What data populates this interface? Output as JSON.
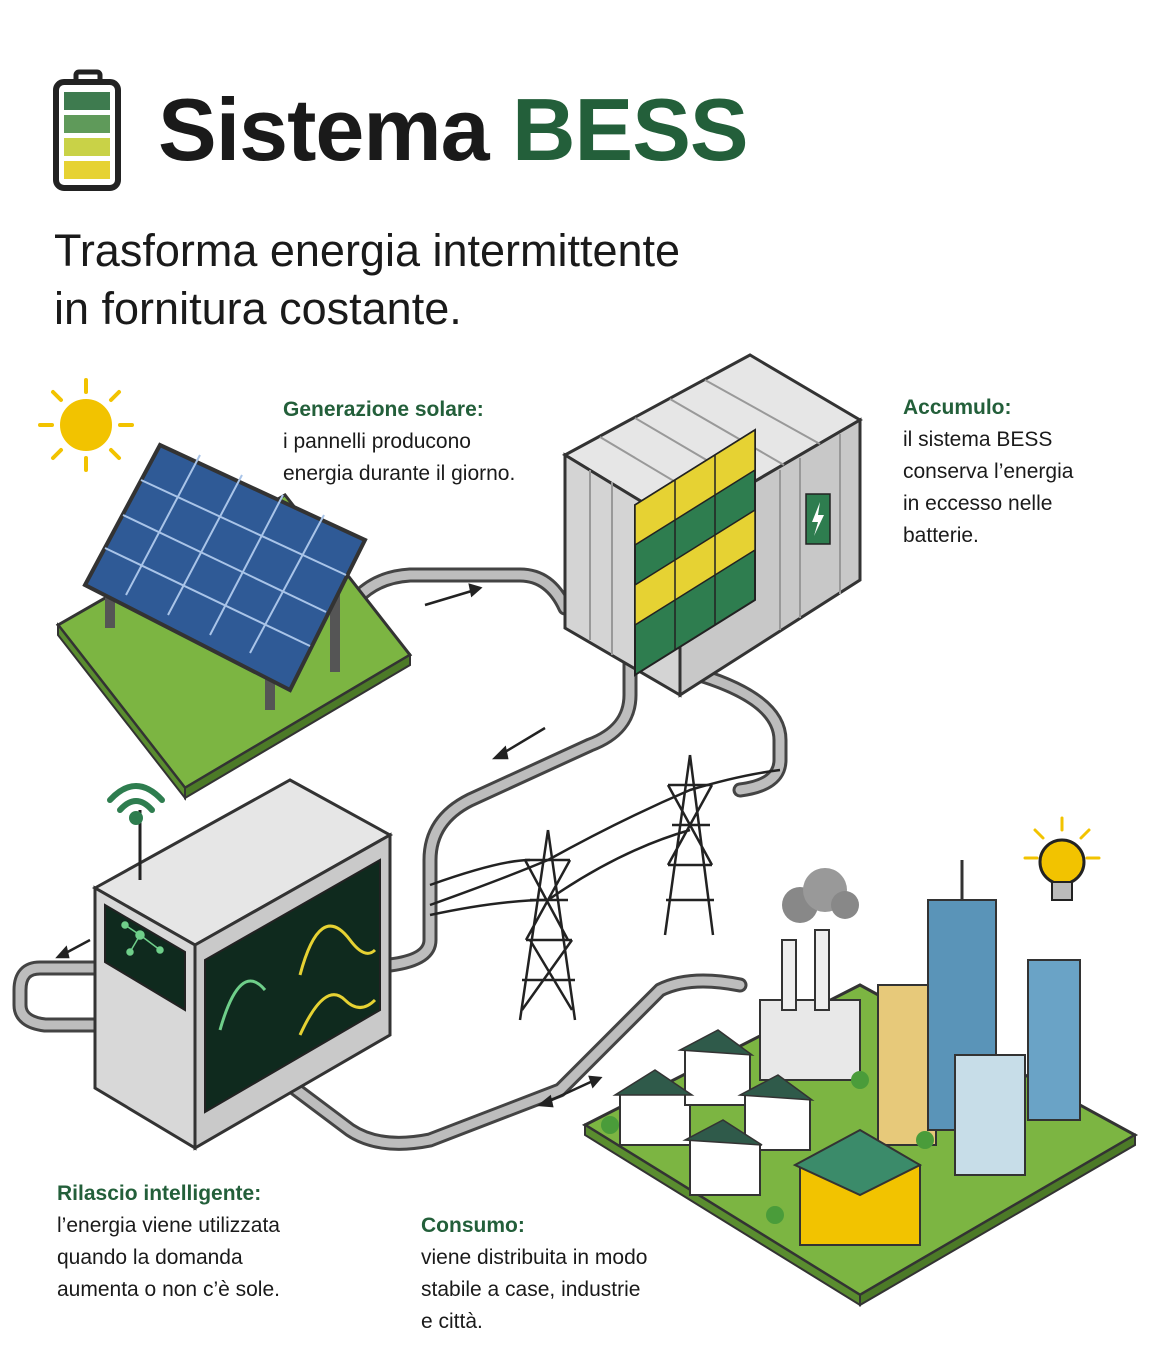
{
  "header": {
    "title_main": "Sistema",
    "title_accent": "BESS",
    "subtitle_line1": "Trasforma energia intermittente",
    "subtitle_line2": "in fornitura costante."
  },
  "steps": [
    {
      "heading": "Generazione solare:",
      "body": "i pannelli producono\nenergia durante il giorno."
    },
    {
      "heading": "Accumulo:",
      "body": "il sistema BESS\nconserva l’energia\nin eccesso nelle\nbatterie."
    },
    {
      "heading": "Rilascio intelligente:",
      "body": "l’energia viene utilizzata\nquando la domanda\naumenta o non c’è sole."
    },
    {
      "heading": "Consumo:",
      "body": "viene distribuita in modo\nstabile a case, industrie\ne città."
    }
  ],
  "colors": {
    "accent_green": "#235f3a",
    "battery_green": "#2e7d4f",
    "battery_yellow": "#e6d233",
    "sun": "#f2c300",
    "grass": "#7cb542",
    "panel_blue": "#2f5a96"
  },
  "icons": [
    "battery-icon",
    "sun-icon",
    "solar-panel",
    "bess-container",
    "lightning-icon",
    "control-unit",
    "wifi-icon",
    "transmission-tower",
    "city",
    "light-bulb-icon",
    "flow-arrow"
  ]
}
